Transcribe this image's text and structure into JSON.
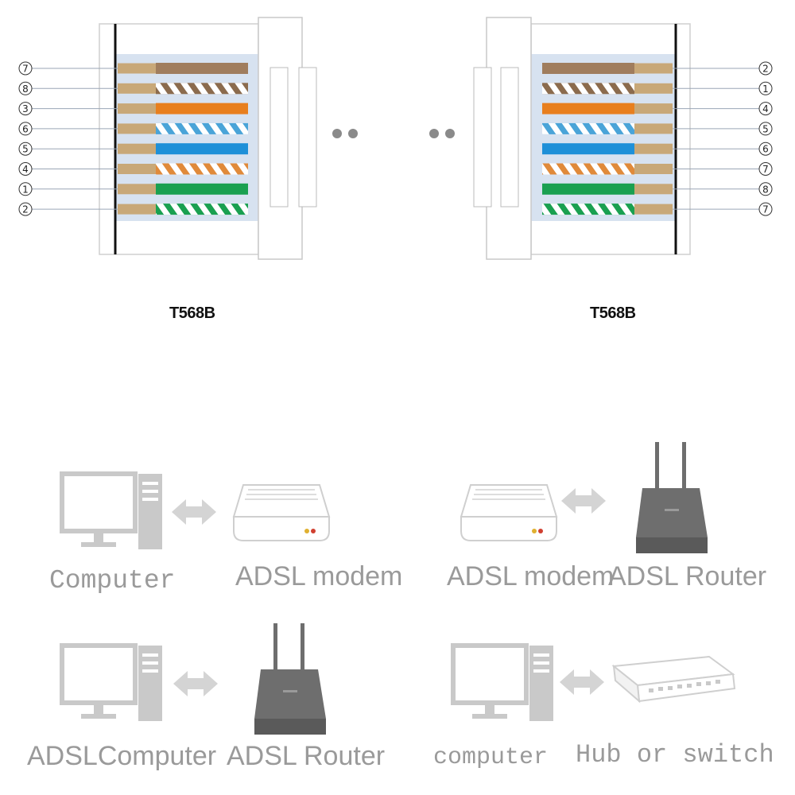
{
  "connectors": [
    {
      "standard": "T568B",
      "pins": [
        "7",
        "8",
        "3",
        "6",
        "5",
        "4",
        "1",
        "2"
      ]
    },
    {
      "standard": "T568B",
      "pins": [
        "2",
        "1",
        "4",
        "5",
        "6",
        "7",
        "8",
        "7"
      ]
    }
  ],
  "wire_colors": [
    "#a07d5d",
    "#8b6b4d",
    "#e87f1e",
    "#4aa4d8",
    "#1e90d8",
    "#e08a3a",
    "#1aa050",
    "#1aa050"
  ],
  "wire_striped": [
    false,
    true,
    false,
    true,
    false,
    true,
    false,
    true
  ],
  "pairs": [
    {
      "left": "Computer",
      "right": "ADSL modem"
    },
    {
      "left": "ADSL modem",
      "right": "ADSL Router"
    },
    {
      "left": "ADSLComputer",
      "right": "ADSL Router"
    },
    {
      "left": "computer",
      "right": "Hub or switch"
    }
  ],
  "colors": {
    "label": "#9a9a9a",
    "device": "#c9c9c9",
    "router": "#6e6e6e",
    "pin_tan": "#c8a878"
  }
}
